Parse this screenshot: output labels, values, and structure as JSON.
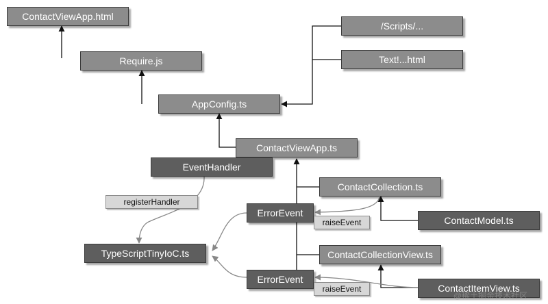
{
  "nodes": {
    "contact_view_app_html": "ContactViewApp.html",
    "require_js": "Require.js",
    "scripts": "/Scripts/...",
    "text_html": "Text!...html",
    "app_config": "AppConfig.ts",
    "contact_view_app_ts": "ContactViewApp.ts",
    "event_handler": "EventHandler",
    "contact_collection": "ContactCollection.ts",
    "error_event_1": "ErrorEvent",
    "contact_model": "ContactModel.ts",
    "typescript_tiny_ioc": "TypeScriptTinyIoC.ts",
    "contact_collection_view": "ContactCollectionView.ts",
    "error_event_2": "ErrorEvent",
    "contact_item_view": "ContactItemView.ts"
  },
  "edge_labels": {
    "register_handler": "registerHandler",
    "raise_event_1": "raiseEvent",
    "raise_event_2": "raiseEvent"
  },
  "watermark": "@稀土掘金技术社区",
  "colors": {
    "box_mid": "#8c8c8c",
    "box_dark": "#5e5e5e",
    "label_bg": "#d7d7d7",
    "line_dark": "#111111",
    "line_light": "#888888"
  }
}
